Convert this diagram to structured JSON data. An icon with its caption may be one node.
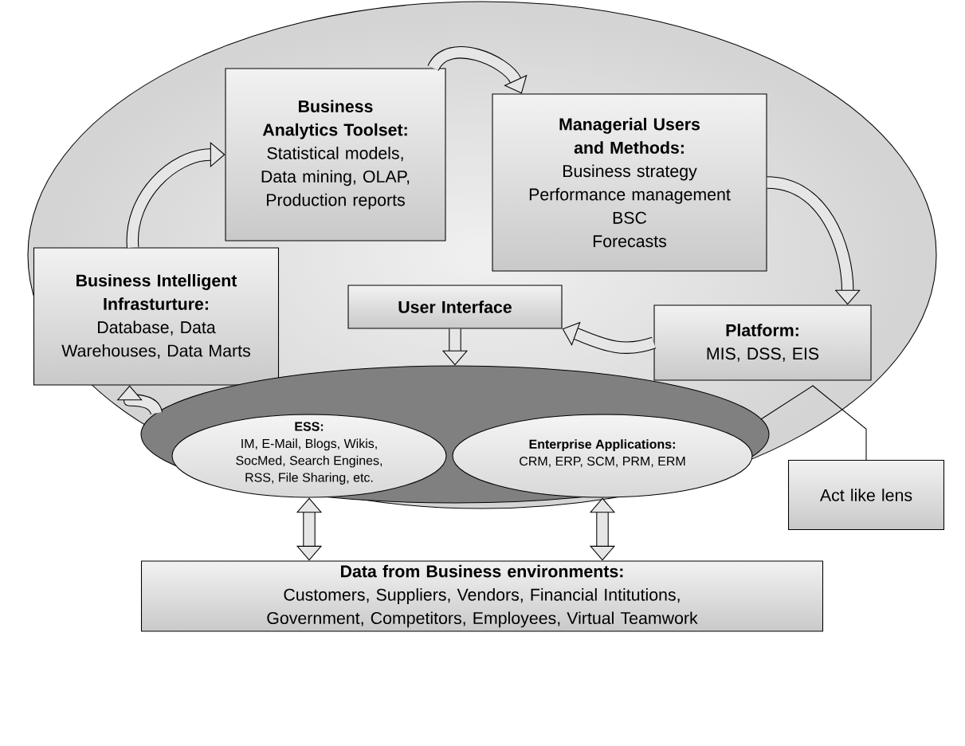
{
  "diagram": {
    "nodes": [
      {
        "text": [],
        "shape": "ellipse"
      },
      {
        "text": [
          "Business Analytics Toolset:",
          "Statistical models, Data mining, OLAP, Production reports"
        ],
        "in": 0
      },
      {
        "text": [
          "Managerial Users and Methods:",
          "Business strategy",
          "Performance management",
          "BSC",
          "Forecasts"
        ],
        "in": 0
      },
      {
        "text": [
          "Business Intelligent Infrasturture:",
          "Database, Data Warehouses, Data Marts"
        ],
        "in": 0
      },
      {
        "text": [
          "User Interface"
        ],
        "in": 0
      },
      {
        "text": [
          "Platform:",
          "MIS, DSS, EIS"
        ],
        "in": 0
      },
      {
        "text": [],
        "shape": "ellipse",
        "in": 0
      },
      {
        "text": [
          "ESS:",
          "IM, E-Mail, Blogs, Wikis, SocMed, Search Engines, RSS, File Sharing, etc."
        ],
        "in": 6
      },
      {
        "text": [
          "Enterprise Applications:",
          "CRM, ERP, SCM, PRM, ERM"
        ],
        "in": 6
      },
      {
        "text": [
          "Act like lens"
        ]
      },
      {
        "text": [
          "Data from Business environments:",
          "Customers, Suppliers, Vendors, Financial Intitutions, Government, Competitors, Employees, Virtual Teamwork"
        ]
      }
    ],
    "edges": [
      {
        "from": 3,
        "to": 1,
        "arrow": "to"
      },
      {
        "from": 1,
        "to": 2,
        "arrow": "to"
      },
      {
        "from": 2,
        "to": 5,
        "arrow": "to"
      },
      {
        "from": 5,
        "to": 4,
        "arrow": "to"
      },
      {
        "from": 4,
        "to": 6,
        "arrow": "to"
      },
      {
        "from": 6,
        "to": 3,
        "arrow": "to"
      },
      {
        "from": 7,
        "to": 10,
        "arrow": "both"
      },
      {
        "from": 8,
        "to": 10,
        "arrow": "both"
      },
      {
        "from": 9,
        "to": 6,
        "arrow": "none"
      }
    ]
  }
}
